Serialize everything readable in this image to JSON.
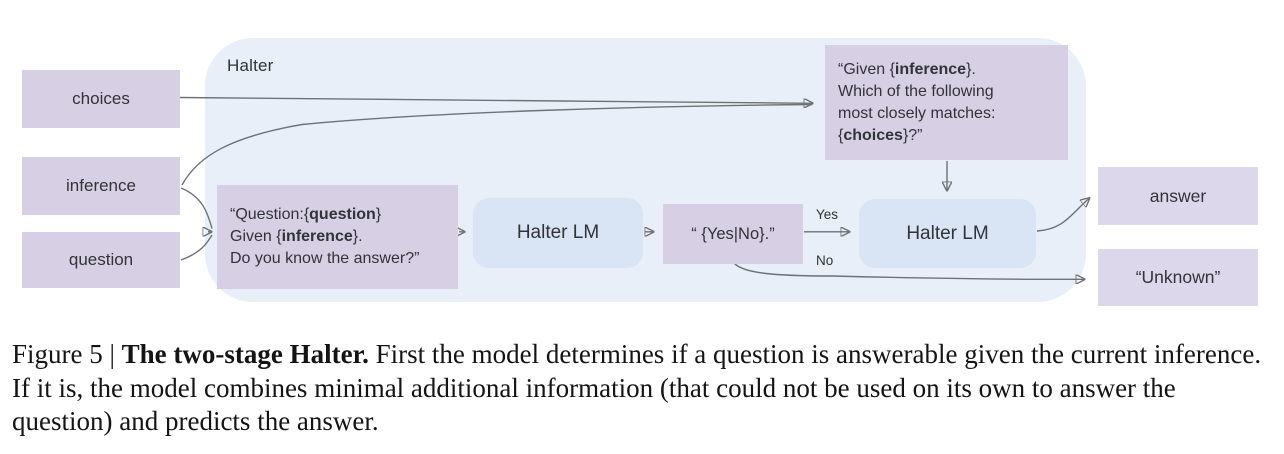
{
  "colors": {
    "lavender": "#d7d0e5",
    "lavender2": "#ddd7ec",
    "blue": "#d9e4f4",
    "panel": "#e9eff9",
    "ink": "#313338",
    "arrow": "#6e7175",
    "caption-ink": "#141414",
    "bg": "#ffffff"
  },
  "diagram": {
    "container_label": "Halter",
    "inputs": [
      {
        "label": "choices"
      },
      {
        "label": "inference"
      },
      {
        "label": "question"
      }
    ],
    "prompt_answerable": {
      "l1a": "“Question:{",
      "l1b": "question",
      "l1c": "}",
      "l2a": "Given {",
      "l2b": "inference",
      "l2c": "}.",
      "l3": "Do you know the answer?”"
    },
    "lm1_label": "Halter LM",
    "yesno_label": "“ {Yes|No}.”",
    "edge_yes": "Yes",
    "edge_no": "No",
    "prompt_match": {
      "l1a": "“Given {",
      "l1b": "inference",
      "l1c": "}.",
      "l2": "Which of the following",
      "l3": "most closely matches:",
      "l4a": "{",
      "l4b": "choices",
      "l4c": "}?”"
    },
    "lm2_label": "Halter LM",
    "outputs": {
      "answer": "answer",
      "unknown": "“Unknown”"
    }
  },
  "caption": {
    "prefix": "Figure 5 | ",
    "title": "The two-stage Halter.",
    "body": " First the model determines if a question is answerable given the current inference. If it is, the model combines minimal additional information (that could not be used on its own to answer the question) and predicts the answer."
  }
}
